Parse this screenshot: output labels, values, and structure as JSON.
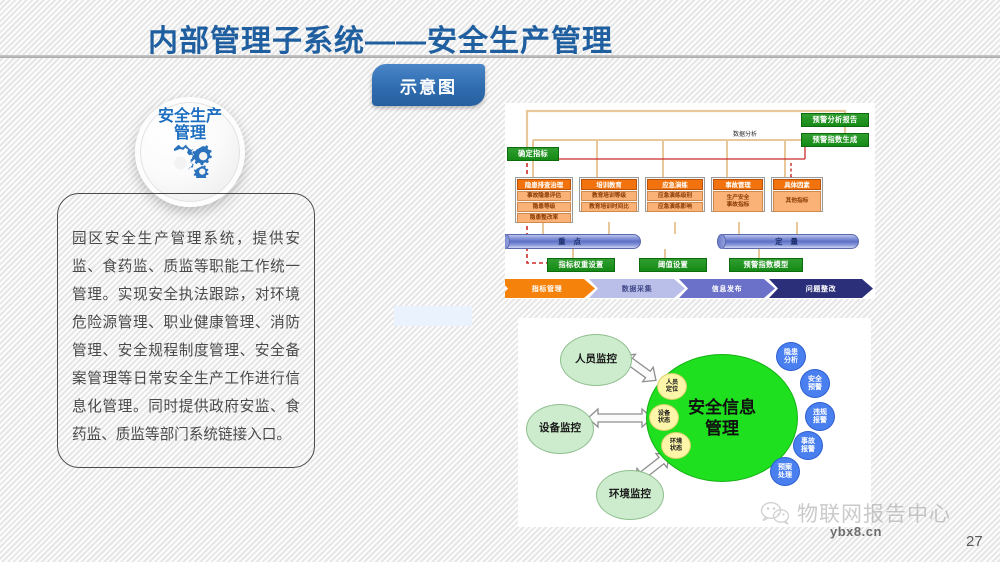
{
  "slide": {
    "title": "内部管理子系统——安全生产管理",
    "page_number": "27",
    "accent_color": "#1f5fa0"
  },
  "tab": {
    "label": "示意图"
  },
  "badge": {
    "line1": "安全生产",
    "line2": "管理",
    "icon": "gears-icon"
  },
  "description": {
    "text": "园区安全生产管理系统，提供安监、食药监、质监等职能工作统一管理。实现安全执法跟踪，对环境危险源管理、职业健康管理、消防管理、安全规程制度管理、安全备案管理等日常安全生产工作进行信息化管理。同时提供政府安监、食药监、质监等部门系统链接入口。"
  },
  "top_diagram": {
    "green_boxes": {
      "left": "确定指标",
      "report": "预警分析报告",
      "index": "预警指数生成",
      "weight": "指标权重设置",
      "threshold": "阈值设置",
      "model": "预警指数模型"
    },
    "labels": {
      "analysis": "数据分析"
    },
    "cylinders": [
      "重  点",
      "定  量"
    ],
    "columns": [
      {
        "header": "隐患排查治理",
        "cells": [
          "事故隐患评估",
          "隐患等级",
          "隐患整改率"
        ]
      },
      {
        "header": "培训教育",
        "cells": [
          "教育培训等级",
          "教育培训时间比"
        ]
      },
      {
        "header": "应急演练",
        "cells": [
          "应急演练级别",
          "应急演练影响"
        ]
      },
      {
        "header": "事故管理",
        "cells": [
          "生产安全\n事故指标"
        ]
      },
      {
        "header": "具体因素",
        "cells": [
          "其他指标"
        ]
      }
    ],
    "flow": [
      {
        "label": "指标管理",
        "color": "#f5820a"
      },
      {
        "label": "数据采集",
        "color": "#b9bfe8"
      },
      {
        "label": "信息发布",
        "color": "#6b71c9"
      },
      {
        "label": "问题整改",
        "color": "#2b2f7a"
      }
    ]
  },
  "bottom_diagram": {
    "core": {
      "line1": "安全信息",
      "line2": "管理"
    },
    "monitors": [
      "人员监控",
      "设备监控",
      "环境监控"
    ],
    "states": [
      {
        "line1": "人员",
        "line2": "定位"
      },
      {
        "line1": "设备",
        "line2": "状态"
      },
      {
        "line1": "环境",
        "line2": "状态"
      }
    ],
    "alerts": [
      {
        "line1": "隐患",
        "line2": "分析"
      },
      {
        "line1": "安全",
        "line2": "预警"
      },
      {
        "line1": "违规",
        "line2": "报警"
      },
      {
        "line1": "事故",
        "line2": "报警"
      },
      {
        "line1": "预案",
        "line2": "处理"
      }
    ]
  },
  "watermark": {
    "brand": "物联网报告中心",
    "domain": "ybx8.cn",
    "icon": "wechat-icon"
  }
}
